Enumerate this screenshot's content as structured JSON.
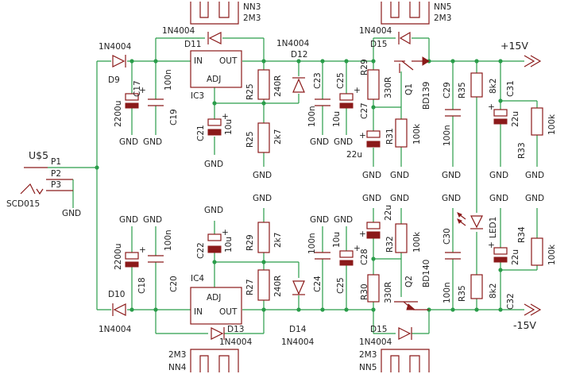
{
  "connector": {
    "name": "U$5",
    "pins": [
      "P1",
      "P2",
      "P3"
    ],
    "part": "SCD015",
    "gnd": "GND"
  },
  "positive": {
    "d9": {
      "name": "D9",
      "value": "1N4004"
    },
    "c17": {
      "name": "C17",
      "value": "2200u"
    },
    "c19": {
      "name": "C19",
      "value": "100n"
    },
    "d11": {
      "name": "D11",
      "value": "1N4004"
    },
    "ic3": {
      "name": "IC3",
      "in": "IN",
      "out": "OUT",
      "adj": "ADJ"
    },
    "heatsink": {
      "part": "2M3",
      "label": "NN3"
    },
    "c21": {
      "name": "C21",
      "value": "10u"
    },
    "r25a": {
      "name": "R25",
      "value": "240R"
    },
    "r25b": {
      "name": "R25",
      "value": "2k7"
    },
    "d12": {
      "name": "D12",
      "value": "1N4004"
    },
    "c23": {
      "name": "C23",
      "value": "100n"
    },
    "c25": {
      "name": "C25",
      "value": "10u"
    },
    "r29": {
      "name": "R29",
      "value": "330R"
    },
    "c27": {
      "name": "C27",
      "value": "22u"
    },
    "r31": {
      "name": "R31",
      "value": "100k"
    },
    "q1": {
      "name": "Q1",
      "value": "BD139"
    },
    "d15": {
      "name": "D15",
      "value": "1N4004"
    },
    "heatsink2": {
      "part": "2M3",
      "label": "NN5"
    },
    "c29": {
      "name": "C29",
      "value": "100n"
    },
    "r35": {
      "name": "R35",
      "value": "8k2"
    },
    "c31": {
      "name": "C31",
      "value": "22u"
    },
    "r33": {
      "name": "R33",
      "value": "100k"
    },
    "rail": "+15V"
  },
  "negative": {
    "d10": {
      "name": "D10",
      "value": "1N4004"
    },
    "c18": {
      "name": "C18",
      "value": "2200u"
    },
    "c20": {
      "name": "C20",
      "value": "100n"
    },
    "c22": {
      "name": "C22",
      "value": "10u"
    },
    "r29": {
      "name": "R29",
      "value": "2k7"
    },
    "r27": {
      "name": "R27",
      "value": "240R"
    },
    "ic4": {
      "name": "IC4",
      "in": "IN",
      "out": "OUT",
      "adj": "ADJ"
    },
    "d13": {
      "name": "D13",
      "value": "1N4004"
    },
    "heatsink": {
      "part": "2M3",
      "label": "NN4"
    },
    "d14": {
      "name": "D14",
      "value": "1N4004"
    },
    "c24": {
      "name": "C24",
      "value": "100n"
    },
    "c25": {
      "name": "C25",
      "value": "10u"
    },
    "c28": {
      "name": "C28",
      "value": "22u"
    },
    "r30": {
      "name": "R30",
      "value": "330R"
    },
    "r32": {
      "name": "R32",
      "value": "100k"
    },
    "q2": {
      "name": "Q2",
      "value": "BD140"
    },
    "d15": {
      "name": "D15",
      "value": "1N4004"
    },
    "heatsink2": {
      "part": "2M3",
      "label": "NN5"
    },
    "c30": {
      "name": "C30",
      "value": "100n"
    },
    "r35": {
      "name": "R35",
      "value": "8k2"
    },
    "led": {
      "name": "LED1"
    },
    "c32": {
      "name": "C32",
      "value": "22u"
    },
    "r34": {
      "name": "R34",
      "value": "100k"
    },
    "rail": "-15V"
  },
  "gnd": "GND",
  "polarity": "+"
}
